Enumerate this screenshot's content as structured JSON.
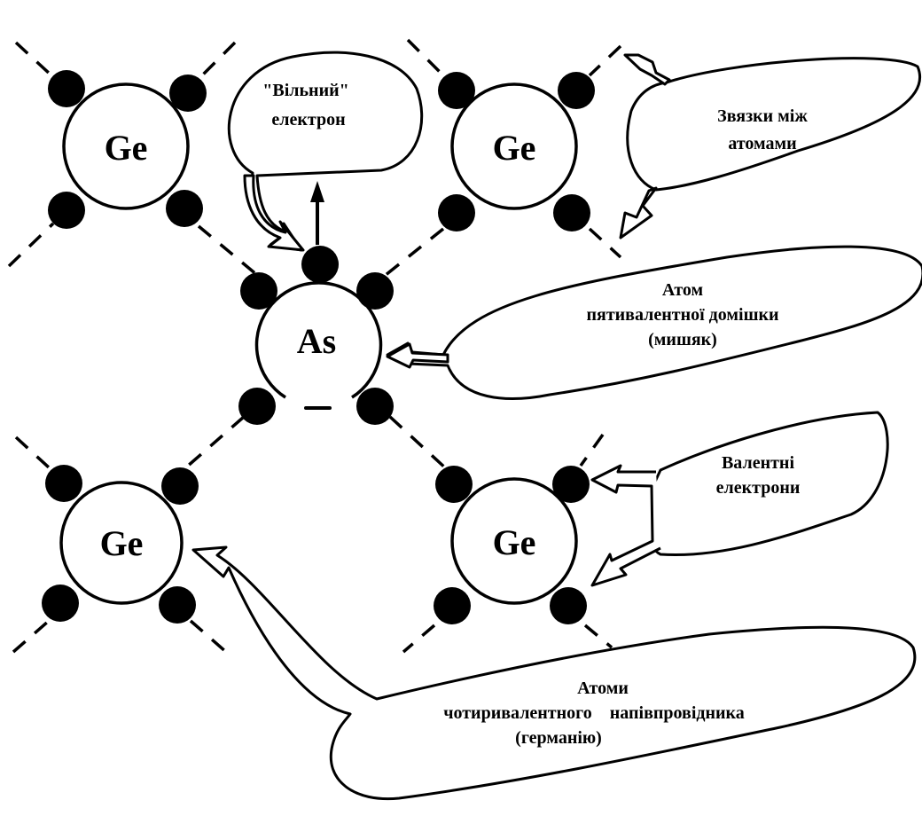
{
  "diagram": {
    "title": "Pentavalent donor impurity (As) in germanium crystal lattice",
    "colors": {
      "ink": "#000000",
      "background": "#ffffff"
    },
    "atoms": [
      {
        "id": "ge-top-left",
        "label": "Ge",
        "kind": "host"
      },
      {
        "id": "ge-top-right",
        "label": "Ge",
        "kind": "host"
      },
      {
        "id": "as-center",
        "label": "As",
        "kind": "impurity"
      },
      {
        "id": "ge-bottom-left",
        "label": "Ge",
        "kind": "host"
      },
      {
        "id": "ge-bottom-right",
        "label": "Ge",
        "kind": "host"
      }
    ],
    "callouts": {
      "free_electron": {
        "lines": [
          "\"Вільний\"",
          "електрон"
        ]
      },
      "bonds": {
        "lines": [
          "Звязки між",
          "атомами"
        ]
      },
      "impurity": {
        "lines": [
          "Атом",
          "пятивалентної домішки",
          "(мишяк)"
        ]
      },
      "valence": {
        "lines": [
          "Валентні",
          "електрони"
        ]
      },
      "semiconductor": {
        "lines": [
          "Атоми",
          "чотиривалентного    напівпровідника",
          "(германію)"
        ]
      }
    }
  }
}
